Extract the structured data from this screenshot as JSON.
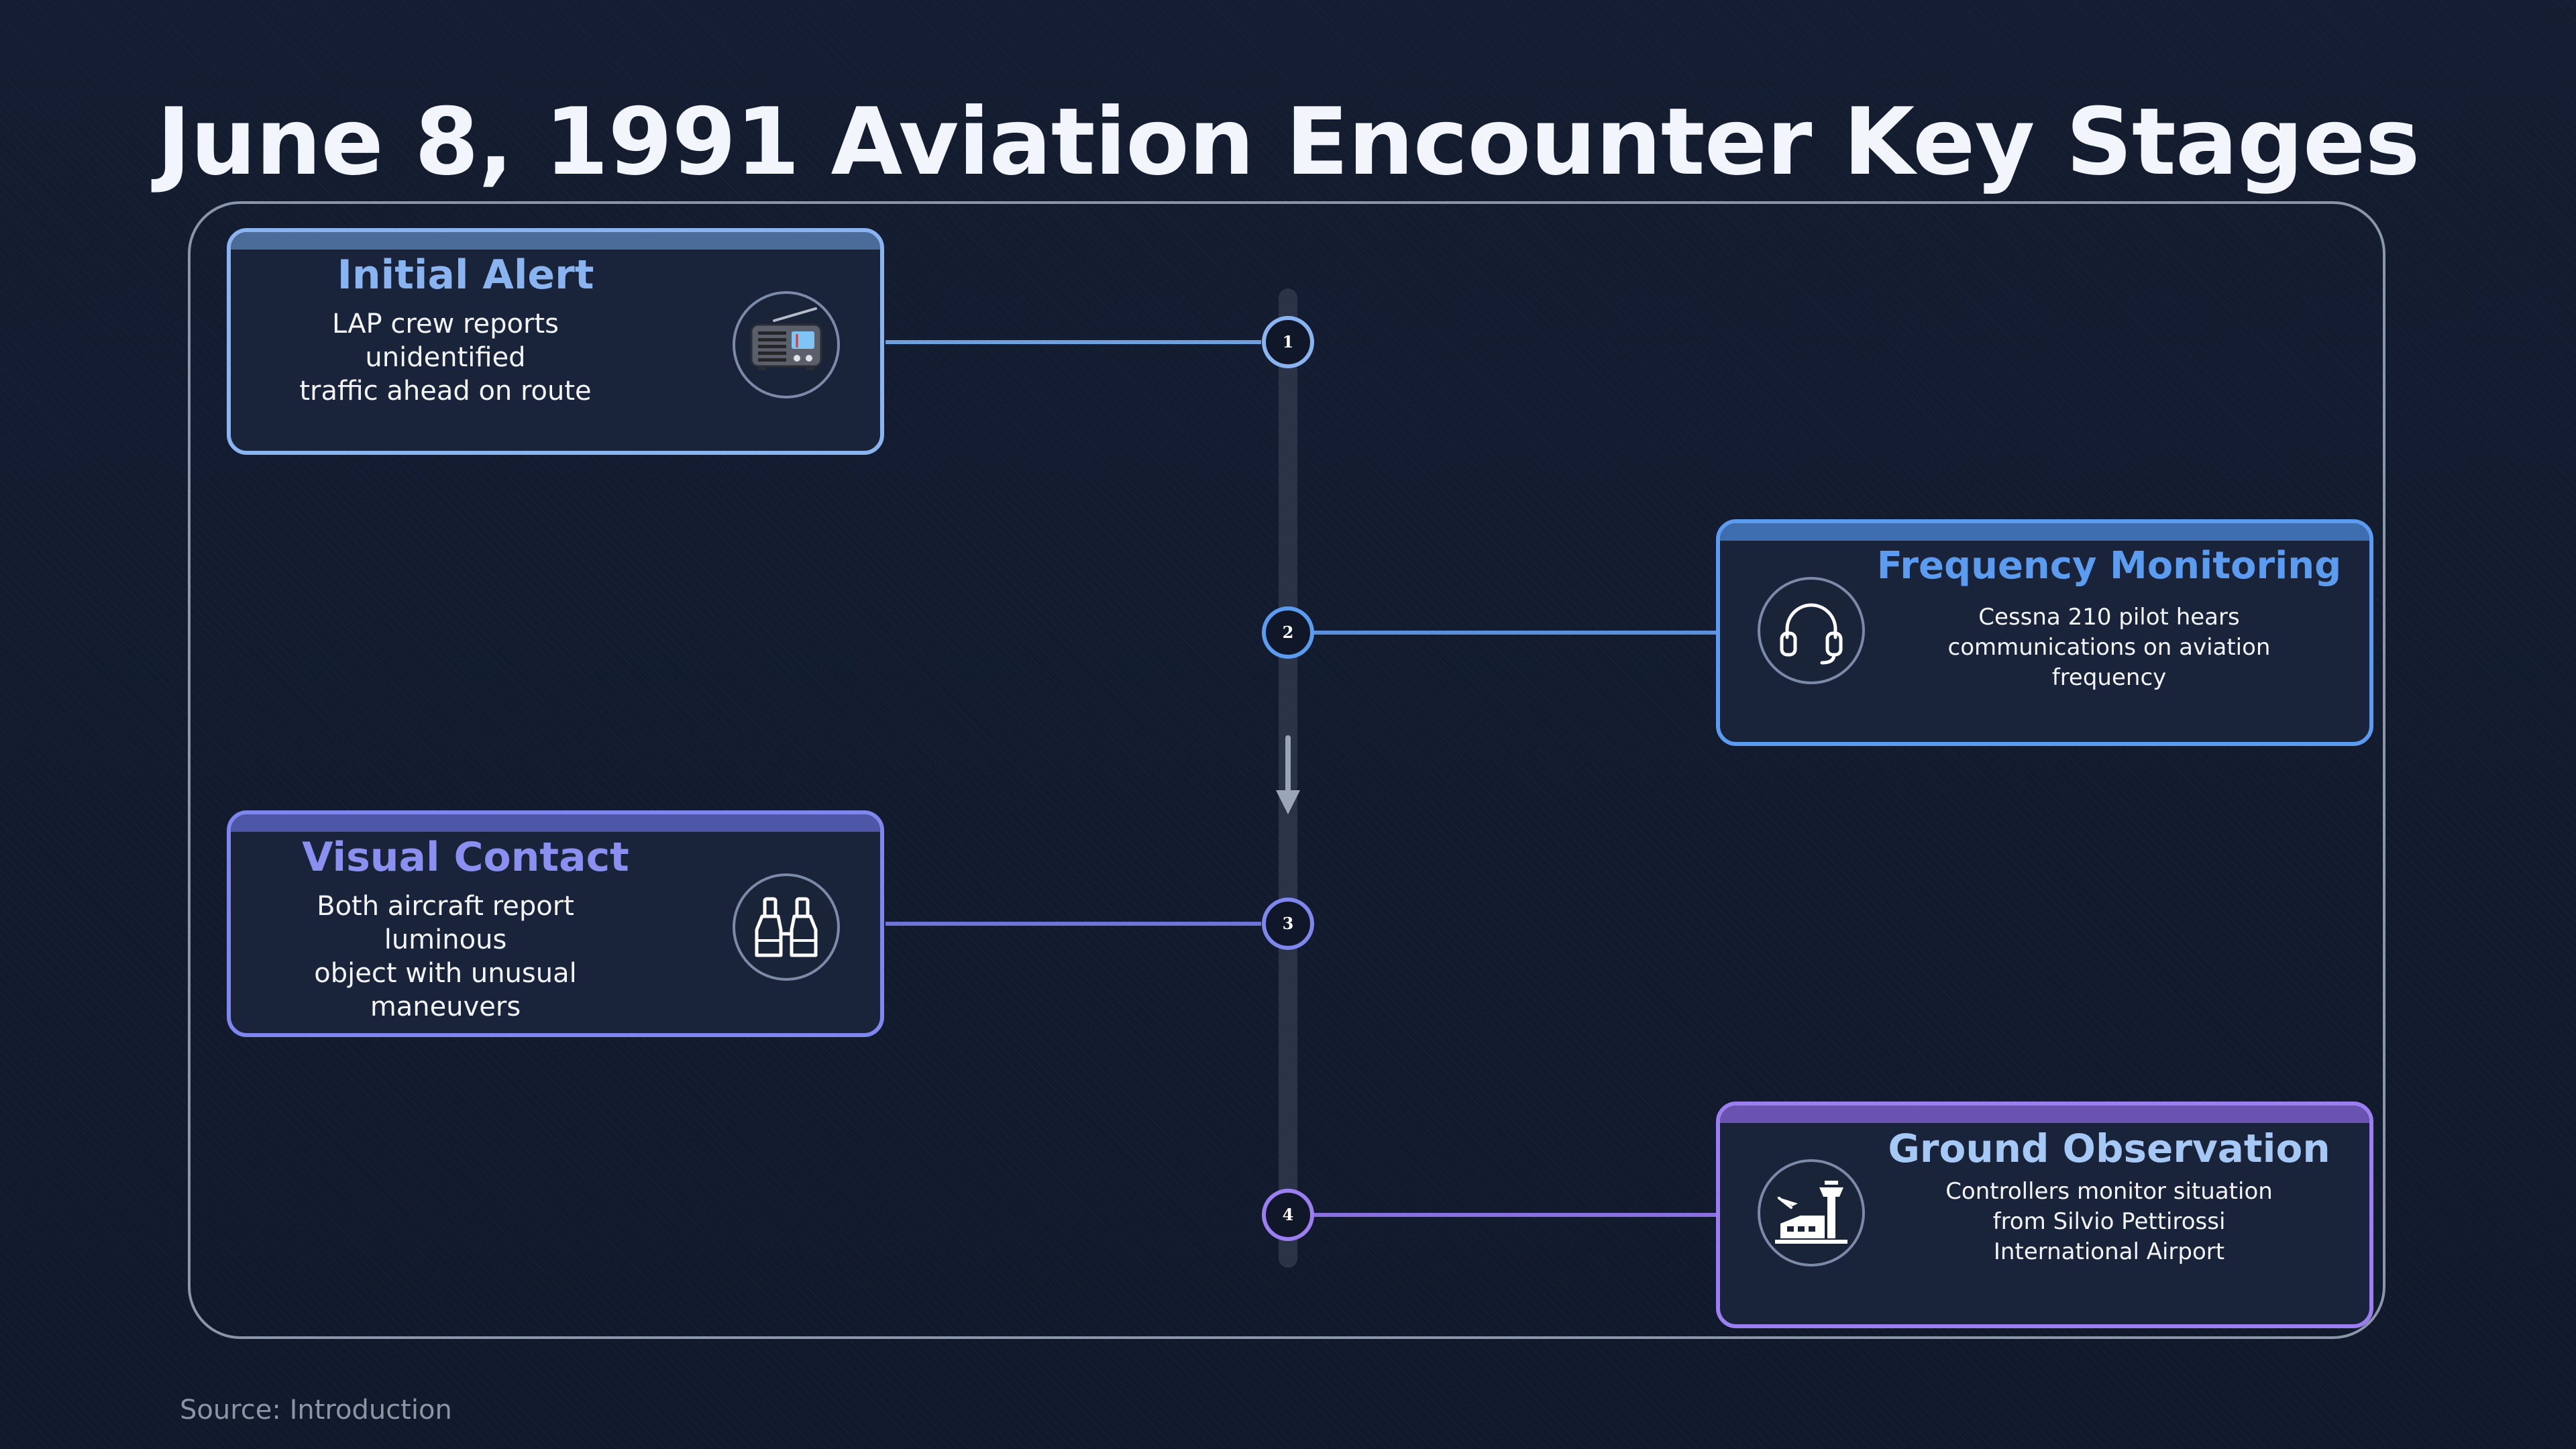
{
  "title": "June 8, 1991 Aviation Encounter Key Stages",
  "stages": [
    {
      "number": "1",
      "title": "Initial Alert",
      "description": "LAP crew reports unidentified\ntraffic ahead on route",
      "icon": "radio-icon",
      "color": "#8ab4f0"
    },
    {
      "number": "2",
      "title": "Frequency Monitoring",
      "description": "Cessna 210 pilot hears\ncommunications on aviation frequency",
      "icon": "headset-icon",
      "color": "#5c9cf0"
    },
    {
      "number": "3",
      "title": "Visual Contact",
      "description": "Both aircraft report luminous\nobject with unusual maneuvers",
      "icon": "binoculars-icon",
      "color": "#7f86ee"
    },
    {
      "number": "4",
      "title": "Ground Observation",
      "description": "Controllers monitor situation\nfrom Silvio Pettirossi\nInternational Airport",
      "icon": "airport-tower-icon",
      "color": "#9b7ef0"
    }
  ],
  "source": "Source: Introduction"
}
